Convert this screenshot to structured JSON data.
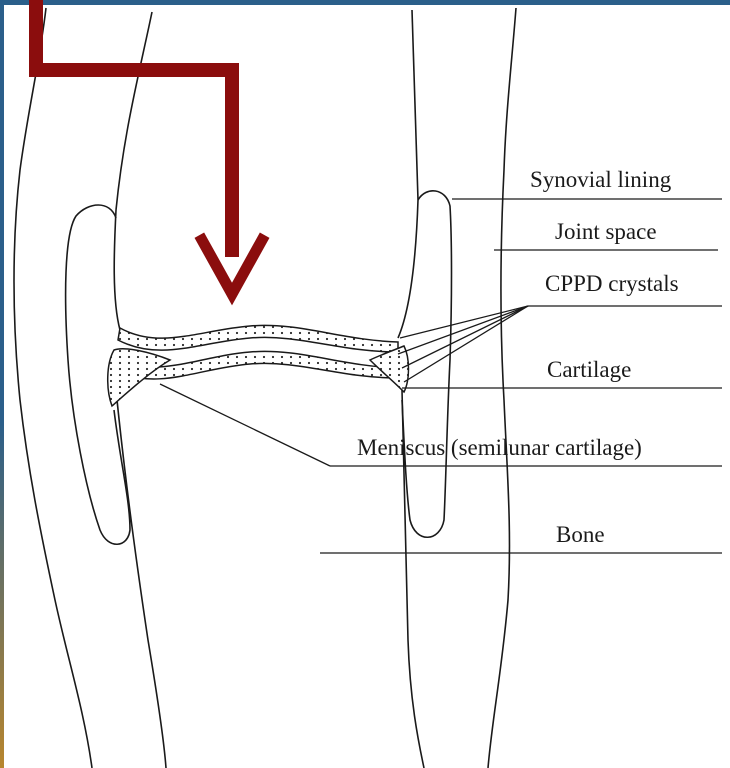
{
  "colors": {
    "frame_top": "#2b5f8a",
    "frame_left_top": "#2b5f8a",
    "frame_left_bottom": "#b8862e",
    "arrow": "#8b0d0d",
    "line": "#1a1a1a",
    "background": "#ffffff"
  },
  "labels": {
    "synovial_lining": "Synovial lining",
    "joint_space": "Joint space",
    "cppd_crystals": "CPPD crystals",
    "cartilage": "Cartilage",
    "meniscus": "Meniscus (semilunar cartilage)",
    "bone": "Bone"
  },
  "icons": {
    "pointer": "down-arrow-icon"
  }
}
